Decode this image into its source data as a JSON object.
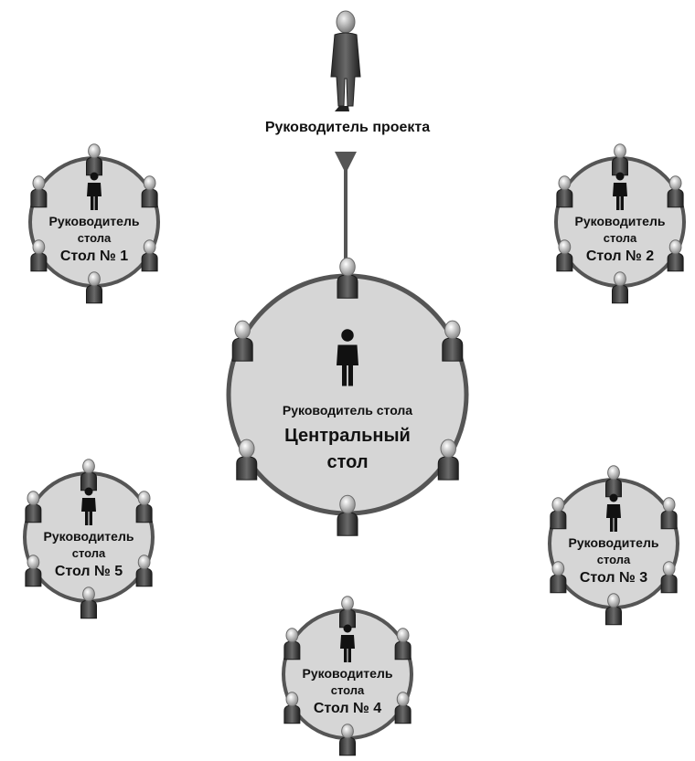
{
  "project_manager": {
    "label": "Руководитель проекта"
  },
  "central_table": {
    "role": "Руководитель стола",
    "name_line1": "Центральный",
    "name_line2": "стол"
  },
  "tables": [
    {
      "role_line1": "Руководитель",
      "role_line2": "стола",
      "name": "Стол № 1"
    },
    {
      "role_line1": "Руководитель",
      "role_line2": "стола",
      "name": "Стол № 2"
    },
    {
      "role_line1": "Руководитель",
      "role_line2": "стола",
      "name": "Стол № 3"
    },
    {
      "role_line1": "Руководитель",
      "role_line2": "стола",
      "name": "Стол № 4"
    },
    {
      "role_line1": "Руководитель",
      "role_line2": "стола",
      "name": "Стол № 5"
    }
  ],
  "colors": {
    "table_fill": "#d6d6d6",
    "table_stroke": "#555555",
    "arrow": "#555555",
    "leader_figure": "#111111"
  }
}
